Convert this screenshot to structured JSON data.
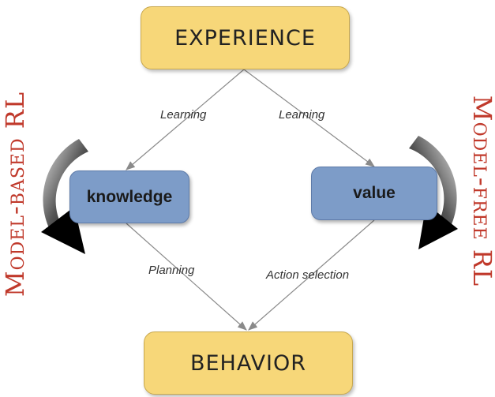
{
  "nodes": {
    "experience": "EXPERIENCE",
    "behavior": "BEHAVIOR",
    "knowledge": "knowledge",
    "value": "value"
  },
  "edges": {
    "learning_left": "Learning",
    "learning_right": "Learning",
    "planning": "Planning",
    "action_selection": "Action selection"
  },
  "side_titles": {
    "left": "Model-based RL",
    "right": "Model-free RL"
  },
  "colors": {
    "node_yellow": "#f7d779",
    "node_blue": "#7d9cc8",
    "side_title": "#c0392b",
    "edge": "#8a8a8a"
  }
}
